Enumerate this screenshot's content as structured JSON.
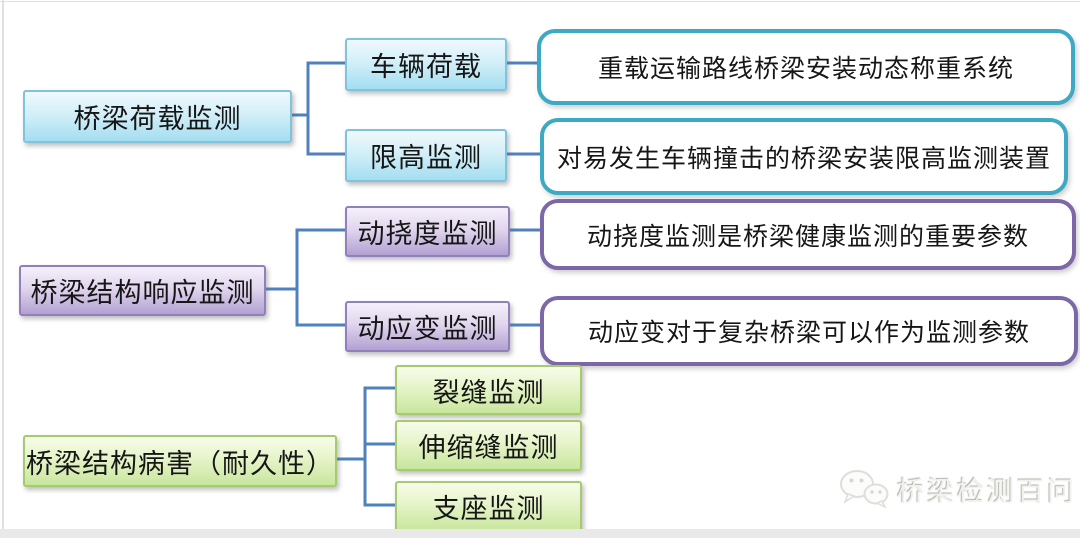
{
  "diagram": {
    "connector_color": "#4f81bd",
    "groups": [
      {
        "theme": "blue",
        "colors": {
          "node_fill_top": "#eff9fd",
          "node_fill_bottom": "#a4def1",
          "node_border": "#7fc3dc",
          "desc_border": "#3da9c3"
        },
        "root": "桥梁荷载监测",
        "children": [
          {
            "label": "车辆荷载",
            "desc": "重载运输路线桥梁安装动态称重系统"
          },
          {
            "label": "限高监测",
            "desc": "对易发生车辆撞击的桥梁安装限高监测装置"
          }
        ]
      },
      {
        "theme": "purple",
        "colors": {
          "node_fill_top": "#f5f0fa",
          "node_fill_bottom": "#b2a0d2",
          "node_border": "#9080bb",
          "desc_border": "#7c68a6"
        },
        "root": "桥梁结构响应监测",
        "children": [
          {
            "label": "动挠度监测",
            "desc": "动挠度监测是桥梁健康监测的重要参数"
          },
          {
            "label": "动应变监测",
            "desc": "动应变对于复杂桥梁可以作为监测参数"
          }
        ]
      },
      {
        "theme": "green",
        "colors": {
          "node_fill_top": "#f7fcea",
          "node_fill_bottom": "#c8e69d",
          "node_border": "#a6ca70"
        },
        "root": "桥梁结构病害（耐久性）",
        "children": [
          {
            "label": "裂缝监测"
          },
          {
            "label": "伸缩缝监测"
          },
          {
            "label": "支座监测"
          }
        ]
      }
    ]
  },
  "watermark": {
    "icon": "wechat-icon",
    "text": "桥梁检测百问"
  }
}
